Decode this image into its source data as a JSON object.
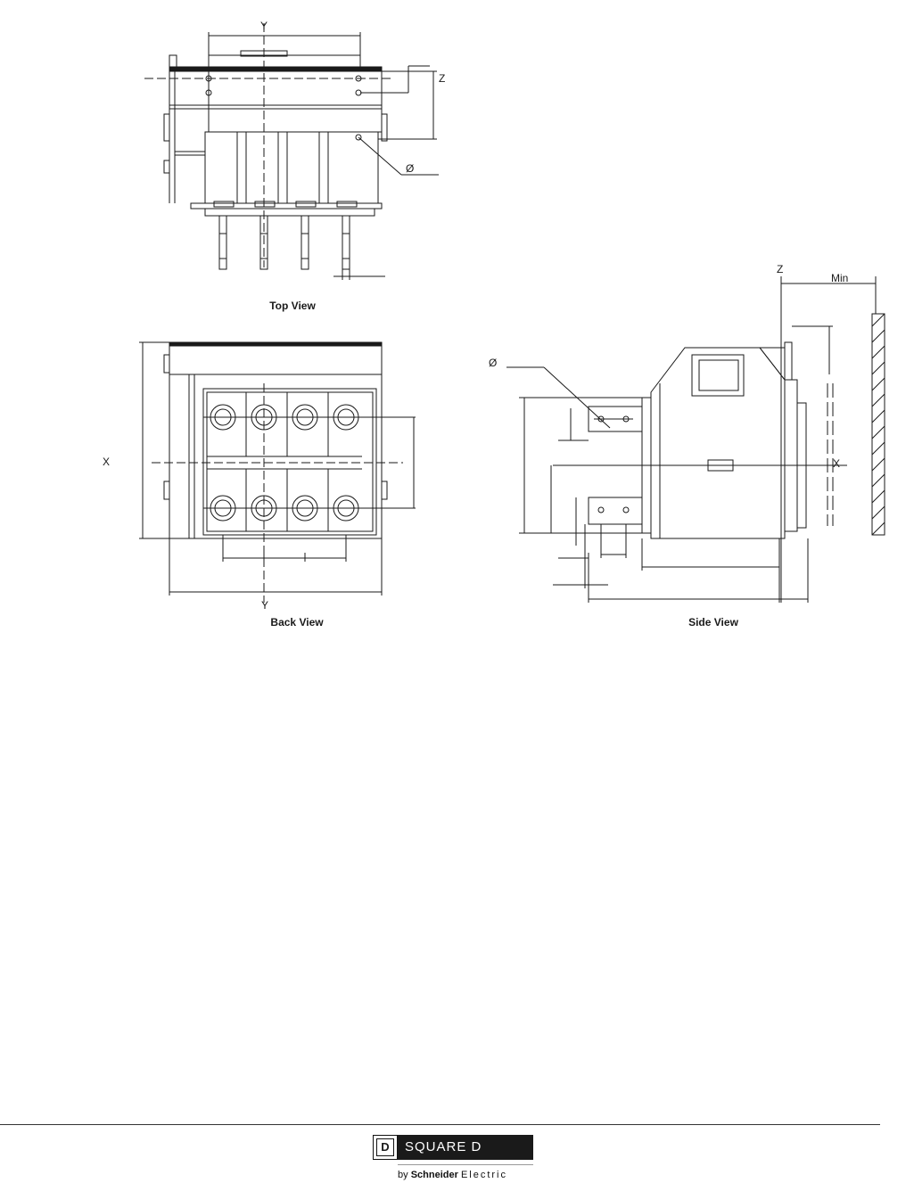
{
  "views": {
    "top": {
      "caption": "Top View",
      "axis_y": "Y",
      "axis_z": "Z",
      "diameter": "Ø"
    },
    "back": {
      "caption": "Back View",
      "axis_x": "X",
      "axis_y": "Y"
    },
    "side": {
      "caption": "Side View",
      "axis_z": "Z",
      "axis_x": "X",
      "min_label": "Min",
      "diameter": "Ø"
    }
  },
  "footer": {
    "logo_mark": "D",
    "brand": "SQUARE D",
    "by": "by",
    "company": "Schneider",
    "division": "Electric"
  },
  "colors": {
    "line": "#1a1a1a",
    "logo_bar": "#1a1a1a"
  }
}
